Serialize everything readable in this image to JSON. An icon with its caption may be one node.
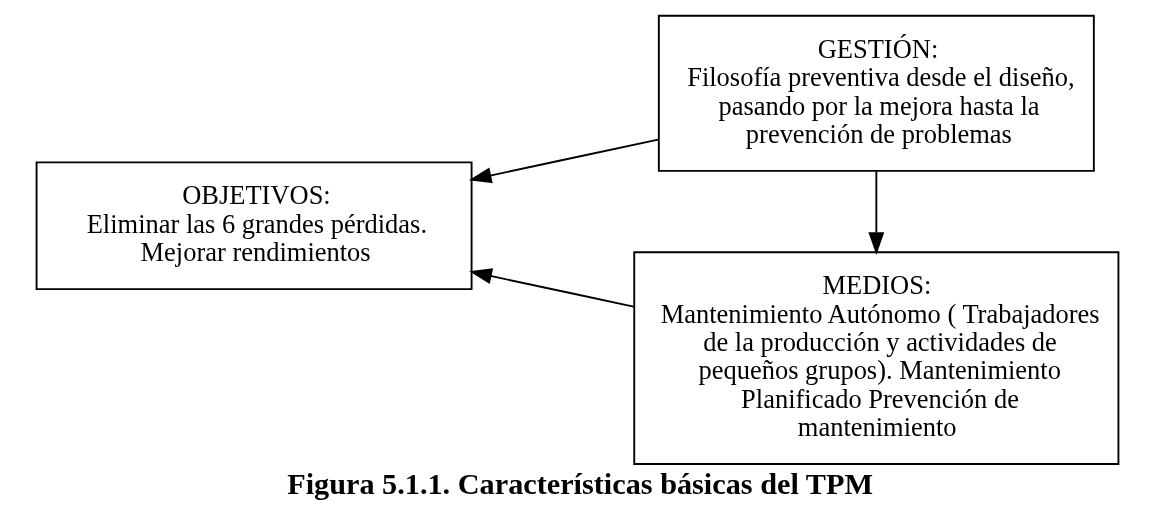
{
  "diagram": {
    "caption": "Figura 5.1.1. Características básicas del TPM",
    "nodes": [
      {
        "text": [
          "GESTIÓN:",
          "Filosofía preventiva desde el diseño, pasando por la mejora hasta la prevención de problemas"
        ]
      },
      {
        "text": [
          "OBJETIVOS:",
          "Eliminar las 6 grandes pérdidas. Mejorar rendimientos"
        ]
      },
      {
        "text": [
          "MEDIOS:",
          "Mantenimiento Autónomo ( Trabajadores de la producción y actividades de pequeños grupos). Mantenimiento Planificado Prevención de mantenimiento"
        ]
      }
    ],
    "edges": [
      {
        "from": 0,
        "to": 1,
        "arrow": "to"
      },
      {
        "from": 0,
        "to": 2,
        "arrow": "to"
      },
      {
        "from": 2,
        "to": 1,
        "arrow": "to"
      }
    ]
  }
}
